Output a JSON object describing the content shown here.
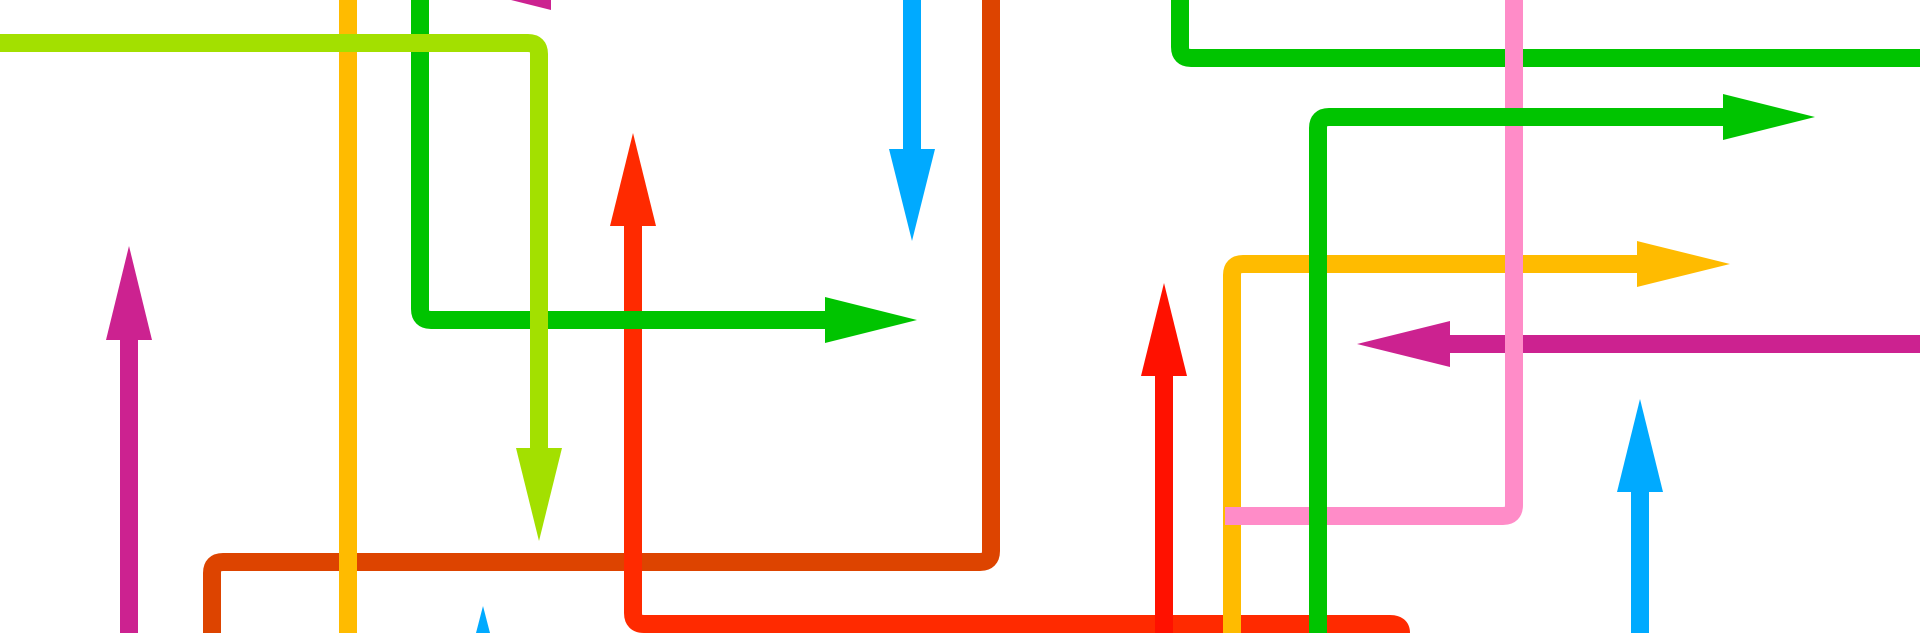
{
  "colors": {
    "background": "#ffffff",
    "lime": "#a3e000",
    "green": "#00c400",
    "yellow": "#ffbb00",
    "orange": "#dd4400",
    "red": "#ff2a00",
    "red_bright": "#ff1100",
    "magenta": "#cc2290",
    "blue": "#00aaff",
    "pink": "#ff8cc8"
  },
  "arrows": [
    {
      "name": "lime-arrow",
      "color": "lime",
      "direction": "down"
    },
    {
      "name": "green-arrow-left",
      "color": "green",
      "direction": "right"
    },
    {
      "name": "green-arrow-right",
      "color": "green",
      "direction": "right"
    },
    {
      "name": "yellow-arrow",
      "color": "yellow",
      "direction": "right"
    },
    {
      "name": "magenta-arrow-right",
      "color": "magenta",
      "direction": "left"
    },
    {
      "name": "magenta-arrow-left",
      "color": "magenta",
      "direction": "up"
    },
    {
      "name": "magenta-arrow-top",
      "color": "magenta",
      "direction": "left"
    },
    {
      "name": "red-arrow",
      "color": "red",
      "direction": "up"
    },
    {
      "name": "red-bright-arrow",
      "color": "red_bright",
      "direction": "up"
    },
    {
      "name": "blue-arrow-top",
      "color": "blue",
      "direction": "down"
    },
    {
      "name": "blue-arrow-right",
      "color": "blue",
      "direction": "up"
    },
    {
      "name": "blue-arrow-bottom",
      "color": "blue",
      "direction": "up"
    }
  ]
}
